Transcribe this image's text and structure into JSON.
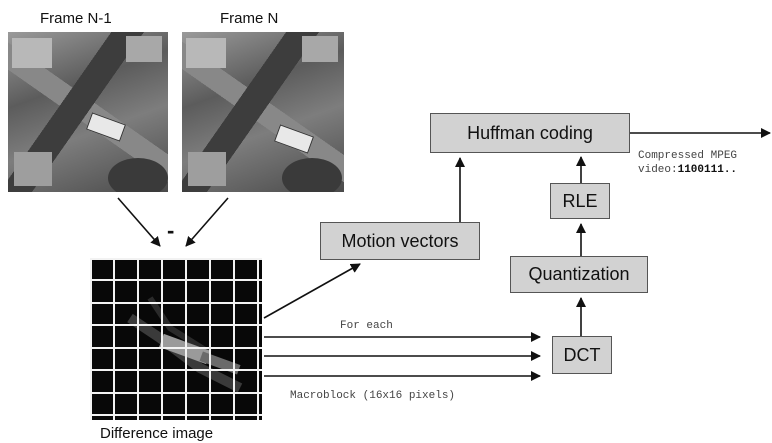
{
  "labels": {
    "frame_prev": "Frame N-1",
    "frame_curr": "Frame N",
    "minus": "-",
    "difference": "Difference image"
  },
  "boxes": {
    "huffman": "Huffman coding",
    "rle": "RLE",
    "quantization": "Quantization",
    "dct": "DCT",
    "motion": "Motion vectors"
  },
  "notes": {
    "compressed_line1": "Compressed MPEG",
    "compressed_prefix": "video:",
    "compressed_bits": "1100111..",
    "for_each": "For each",
    "macroblock": "Macroblock (16x16 pixels)"
  }
}
